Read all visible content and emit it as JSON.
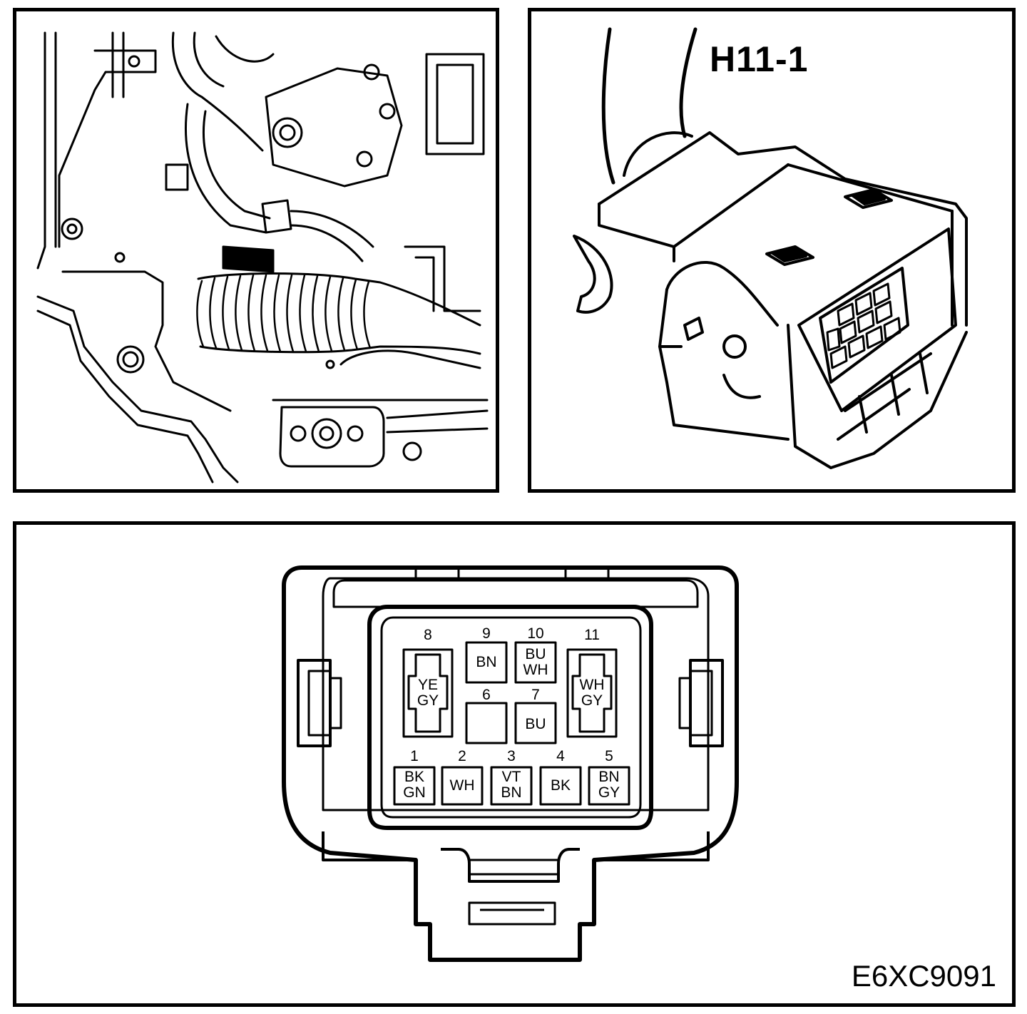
{
  "connector": {
    "title": "H11-1",
    "figure_code": "E6XC9091",
    "pins": [
      {
        "num": "1",
        "wire": [
          "BK",
          "GN"
        ]
      },
      {
        "num": "2",
        "wire": [
          "WH"
        ]
      },
      {
        "num": "3",
        "wire": [
          "VT",
          "BN"
        ]
      },
      {
        "num": "4",
        "wire": [
          "BK"
        ]
      },
      {
        "num": "5",
        "wire": [
          "BN",
          "GY"
        ]
      },
      {
        "num": "6",
        "wire": []
      },
      {
        "num": "7",
        "wire": [
          "BU"
        ]
      },
      {
        "num": "8",
        "wire": [
          "YE",
          "GY"
        ]
      },
      {
        "num": "9",
        "wire": [
          "BN"
        ]
      },
      {
        "num": "10",
        "wire": [
          "BU",
          "WH"
        ]
      },
      {
        "num": "11",
        "wire": [
          "WH",
          "GY"
        ]
      }
    ]
  }
}
